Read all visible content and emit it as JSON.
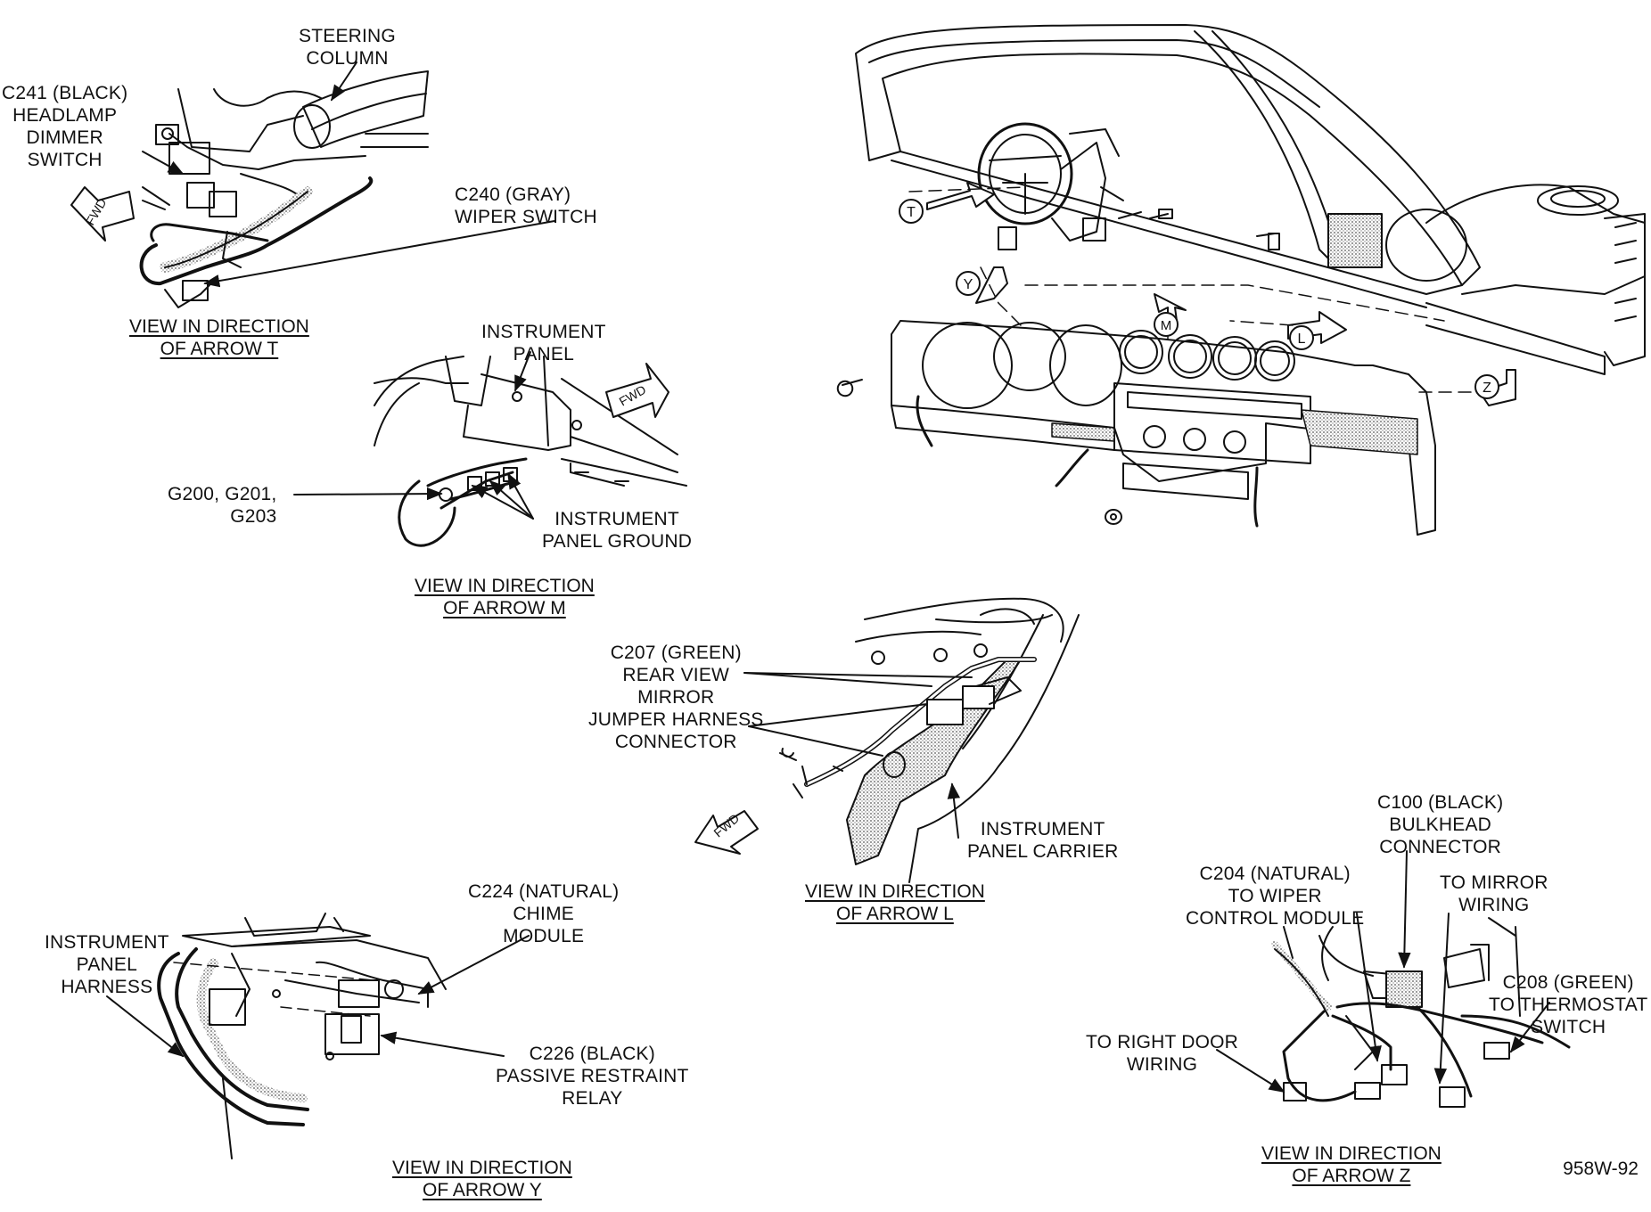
{
  "figure_id": "958W-92",
  "fwd_label": "FWD",
  "arrows": {
    "t": "T",
    "y": "Y",
    "m": "M",
    "l": "L",
    "z": "Z"
  },
  "views": {
    "t": {
      "caption": "VIEW IN DIRECTION\nOF ARROW T",
      "labels": {
        "steering_column": "STEERING\nCOLUMN",
        "c241": "C241 (BLACK)\nHEADLAMP\nDIMMER\nSWITCH",
        "c240": "C240 (GRAY)\nWIPER SWITCH"
      }
    },
    "m": {
      "caption": "VIEW IN DIRECTION\nOF ARROW M",
      "labels": {
        "instrument_panel": "INSTRUMENT\nPANEL",
        "g200": "G200, G201,\nG203",
        "ground": "INSTRUMENT\nPANEL GROUND"
      }
    },
    "l": {
      "caption": "VIEW IN DIRECTION\nOF ARROW L",
      "labels": {
        "c207": "C207 (GREEN)\nREAR VIEW\nMIRROR\nJUMPER HARNESS\nCONNECTOR",
        "carrier": "INSTRUMENT\nPANEL CARRIER"
      }
    },
    "y": {
      "caption": "VIEW IN DIRECTION\nOF ARROW Y",
      "labels": {
        "c224": "C224 (NATURAL)\nCHIME\nMODULE",
        "harness": "INSTRUMENT\nPANEL\nHARNESS",
        "c226": "C226 (BLACK)\nPASSIVE RESTRAINT\nRELAY"
      }
    },
    "z": {
      "caption": "VIEW IN DIRECTION\nOF ARROW Z",
      "labels": {
        "c100": "C100 (BLACK)\nBULKHEAD\nCONNECTOR",
        "c204": "C204 (NATURAL)\nTO WIPER\nCONTROL MODULE",
        "mirror": "TO MIRROR\nWIRING",
        "c208": "C208 (GREEN)\nTO THERMOSTAT\nSWITCH",
        "right_door": "TO RIGHT DOOR\nWIRING"
      }
    }
  }
}
